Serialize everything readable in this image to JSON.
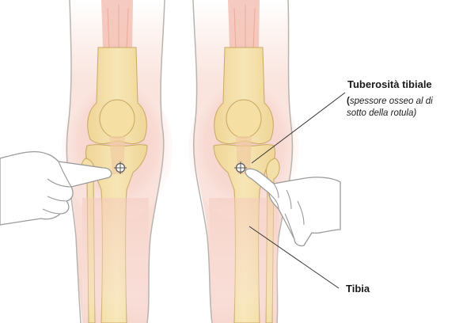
{
  "labels": {
    "tuberosity_title": "Tuberosità tibiale",
    "tuberosity_note_line1": "spessore osseo al di",
    "tuberosity_note_line2": "sotto della rotula",
    "paren_open": "(",
    "paren_close": ")",
    "tibia": "Tibia"
  },
  "colors": {
    "skin_glow": "#f3c7bf",
    "bone": "#f3dfa8",
    "bone_dark": "#e6c77e",
    "outline": "#b8b4ad",
    "muscle": "#eeb2a5",
    "hand_fill": "#ffffff",
    "hand_line": "#9a9a9a",
    "leader_line": "#333333"
  },
  "icons": [
    "crosshair-marker-icon",
    "crosshair-marker-icon"
  ]
}
